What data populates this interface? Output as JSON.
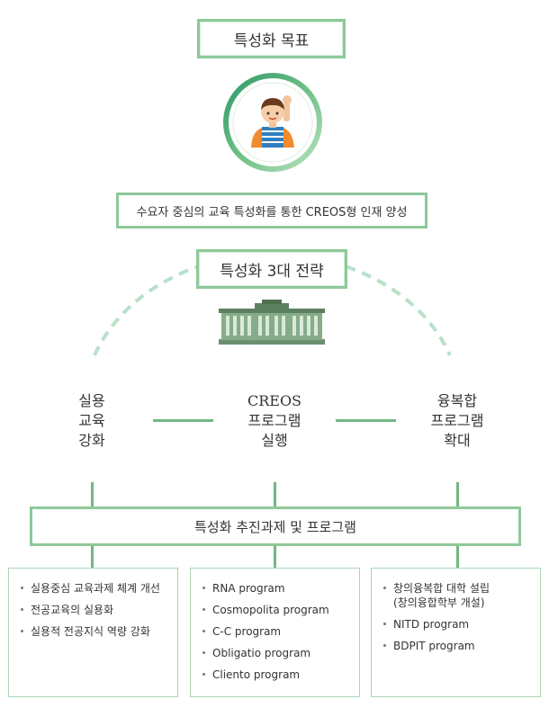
{
  "goal_title": "특성화 목표",
  "goal_text": "수요자 중심의 교육 특성화를 통한 CREOS형 인재 양성",
  "strategy_title": "특성화 3대 전략",
  "strategies": [
    {
      "lines": [
        "실용",
        "교육",
        "강화"
      ]
    },
    {
      "lines": [
        "CREOS",
        "프로그램",
        "실행"
      ]
    },
    {
      "lines": [
        "융복합",
        "프로그램",
        "확대"
      ]
    }
  ],
  "program_title": "특성화 추진과제 및 프로그램",
  "lists": [
    {
      "items": [
        "실용중심 교육과제 체계 개선",
        "전공교육의 실용화",
        "실용적 전공지식 역량 강화"
      ]
    },
    {
      "items": [
        "RNA program",
        "Cosmopolita program",
        "C-C program",
        "Obligatio program",
        "Cliento program"
      ]
    },
    {
      "items": [
        "창의융복합 대학 설립",
        "(창의융합학부 개설)",
        "NITD program",
        "BDPIT program"
      ]
    }
  ],
  "icons": {
    "person": "person-waving-icon",
    "building": "building-icon"
  },
  "colors": {
    "accent": "#8ec99a",
    "line": "#73b784",
    "dash": "#b7e1c8",
    "ring_dark": "#2f9a6a",
    "ring_light": "#a9dbb4"
  }
}
